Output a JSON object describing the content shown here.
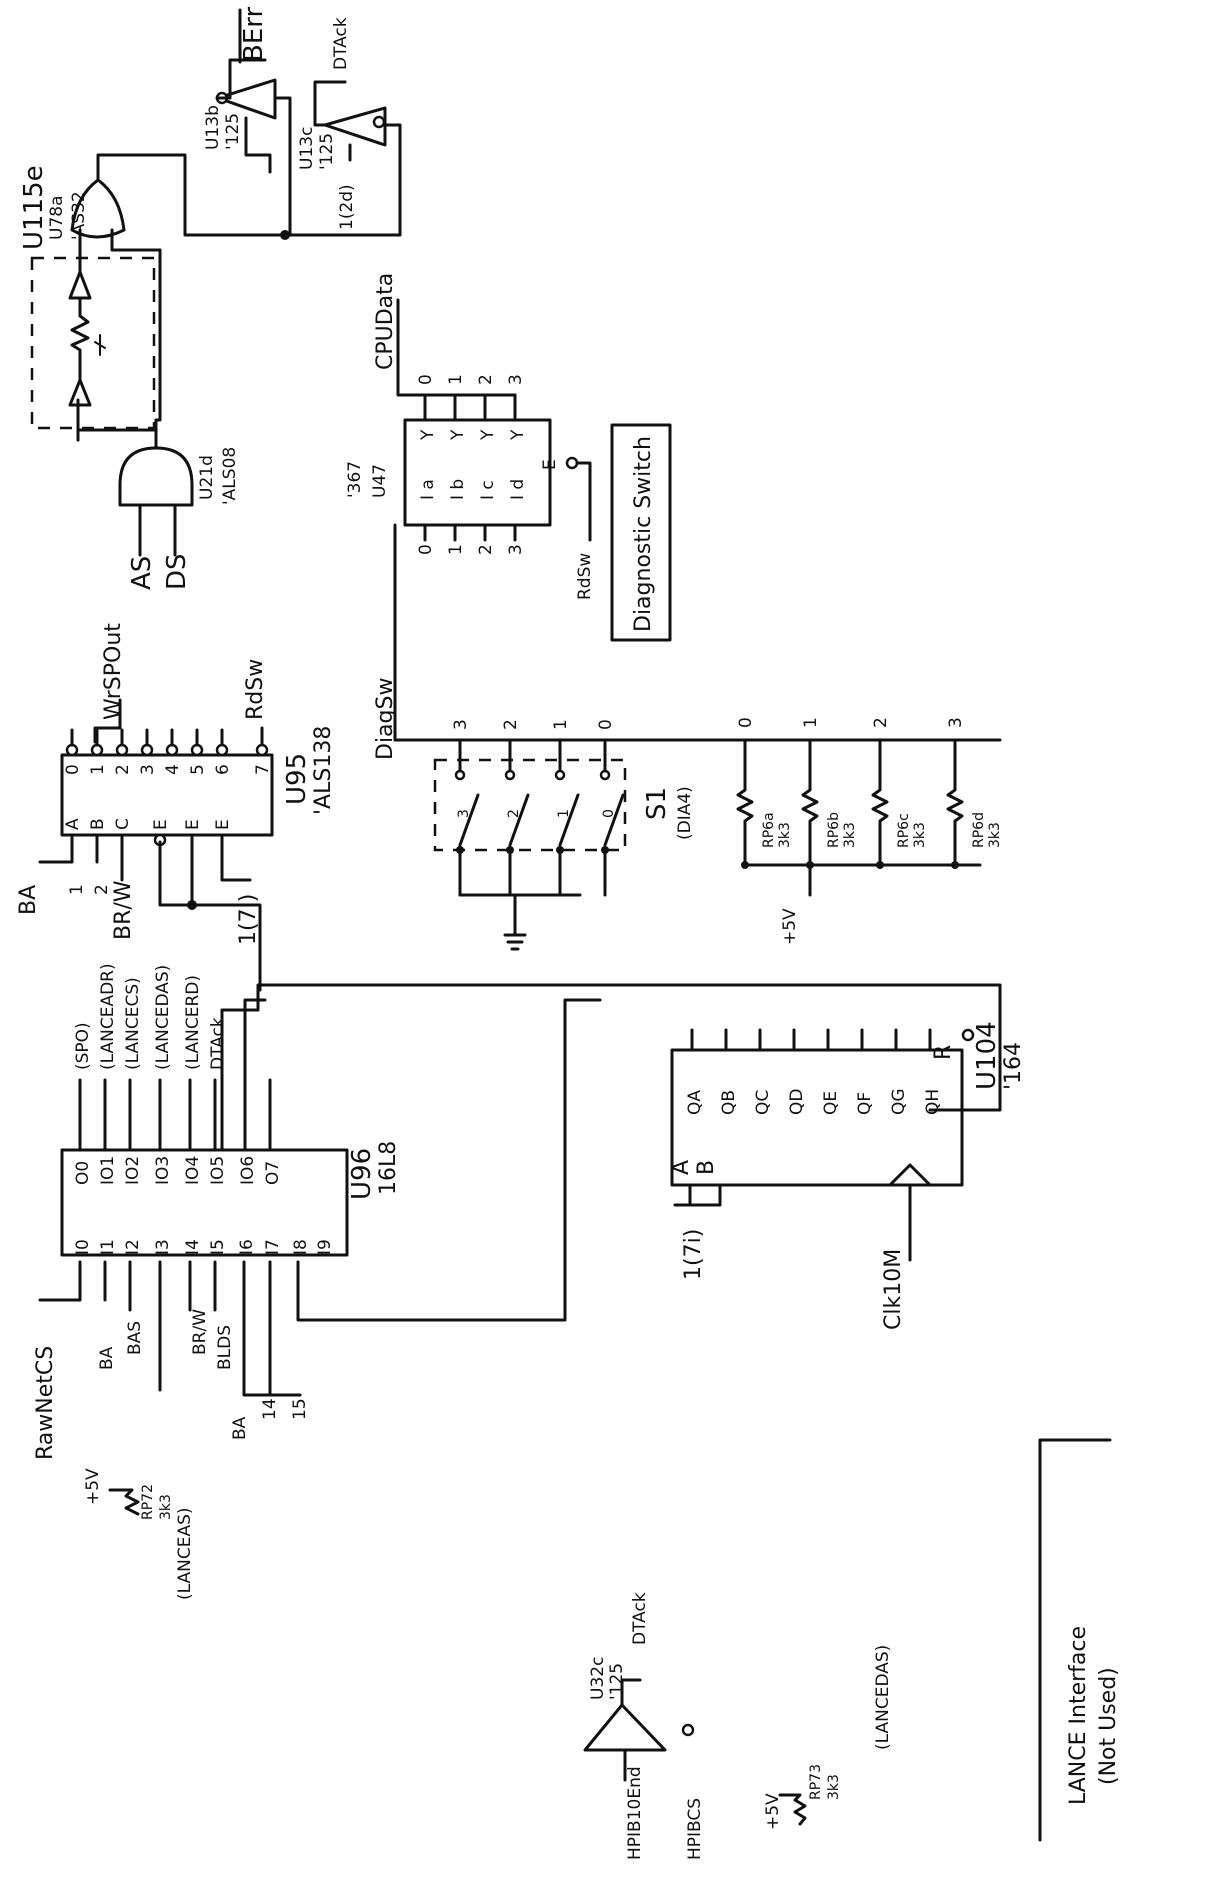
{
  "u115e": {
    "ref": "U115e"
  },
  "u21d": {
    "ref": "U21d",
    "part": "'ALS08",
    "in_a": "AS",
    "in_b": "DS"
  },
  "u78a": {
    "ref": "U78a",
    "part": "'AS32"
  },
  "u13b": {
    "ref": "U13b",
    "part": "'125",
    "out": "BErr"
  },
  "u13c": {
    "ref": "U13c",
    "part": "'125",
    "out": "DTAck",
    "en": "1(2d)"
  },
  "cpudata": {
    "label": "CPUData",
    "bits": [
      "0",
      "1",
      "2",
      "3"
    ]
  },
  "u47": {
    "title": "'367",
    "ref": "U47",
    "in_pins": [
      "I a",
      "I b",
      "I c",
      "I d"
    ],
    "out_pins": [
      "Y",
      "Y",
      "Y",
      "Y"
    ],
    "enable_pin": "E",
    "in_nums": [
      "0",
      "1",
      "2",
      "3"
    ],
    "enable_net": "RdSw"
  },
  "diag_box": {
    "label": "Diagnostic Switch"
  },
  "u95": {
    "ref": "U95",
    "part": "'ALS138",
    "outs": [
      "0",
      "1",
      "2",
      "3",
      "4",
      "5",
      "6",
      "7"
    ],
    "ins": [
      "A",
      "B",
      "C",
      "E",
      "E",
      "E"
    ],
    "out1_net": "WrSPOut",
    "out7_net": "RdSw",
    "ba_bits": [
      "1",
      "2"
    ],
    "ba_net": "BA",
    "brw_net": "BR/W",
    "e_net": "1(7i)"
  },
  "diagsw": {
    "label": "DiagSw",
    "bits": [
      "3",
      "2",
      "1",
      "0"
    ]
  },
  "s1": {
    "ref": "S1",
    "part": "(DIA4)",
    "pos": [
      "3",
      "2",
      "1",
      "0"
    ]
  },
  "pullups": {
    "supply": "+5V",
    "bits": [
      "0",
      "1",
      "2",
      "3"
    ],
    "refs": [
      "RP6a",
      "RP6b",
      "RP6c",
      "RP6d"
    ],
    "value": "3k3"
  },
  "u96": {
    "ref": "U96",
    "part": "16L8",
    "outs": [
      "O0",
      "IO1",
      "IO2",
      "IO3",
      "IO4",
      "IO5",
      "IO6",
      "O7"
    ],
    "out_nets": [
      "(SPO)",
      "(LANCEADR)",
      "(LANCECS)",
      "(LANCEDAS)",
      "(LANCERD)",
      "DTAck"
    ],
    "ins": [
      "I0",
      "I1",
      "I2",
      "I3",
      "I4",
      "I5",
      "I6",
      "I7",
      "I8",
      "I9"
    ],
    "rawnet": "RawNetCS",
    "ba1": "BA",
    "bas": "BAS",
    "brw": "BR/W",
    "blds": "BLDS",
    "ba2": "BA",
    "b14": "14",
    "b15": "15",
    "supply": "+5V",
    "rp": "RP72",
    "rpv": "3k3",
    "lanceas": "(LANCEAS)"
  },
  "u104": {
    "ref": "U104",
    "part": "'164",
    "qs": [
      "QA",
      "QB",
      "QC",
      "QD",
      "QE",
      "QF",
      "QG",
      "QH"
    ],
    "in_a": "A",
    "in_b": "B",
    "clr": "R",
    "in_net": "1(7i)",
    "clk_net": "Clk10M"
  },
  "u32c": {
    "ref": "U32c",
    "part": "'125",
    "out": "DTAck",
    "in": "HPIB10End",
    "en": "HPIBCS"
  },
  "rp73": {
    "supply": "+5V",
    "ref": "RP73",
    "value": "3k3",
    "net": "(LANCEDAS)"
  },
  "lance_note": {
    "line1": "LANCE Interface",
    "line2": "(Not Used)"
  }
}
